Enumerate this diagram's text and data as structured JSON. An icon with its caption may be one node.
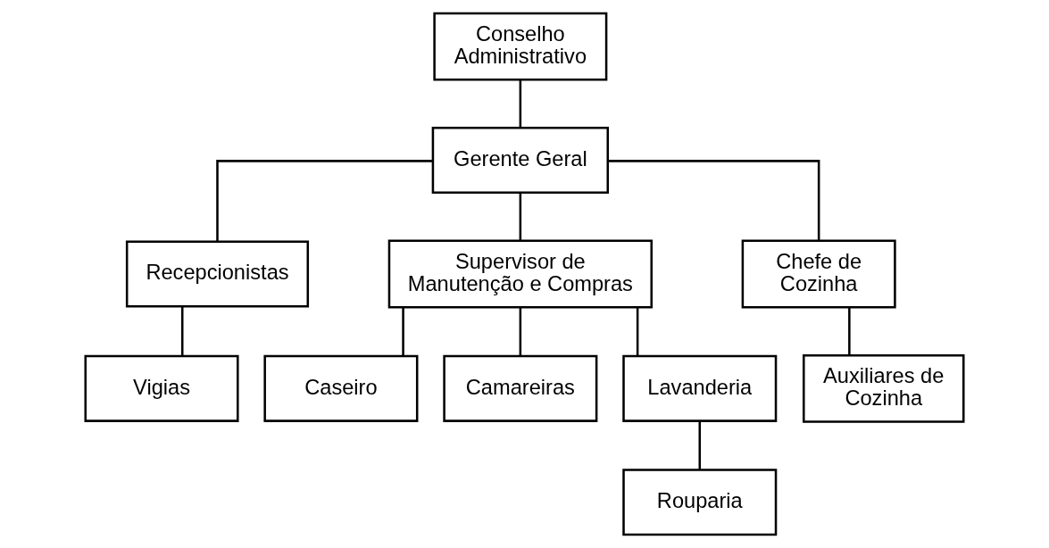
{
  "diagram": {
    "nodes": [
      {
        "text": [
          "Conselho Administrativo"
        ]
      },
      {
        "text": [
          "Gerente Geral"
        ]
      },
      {
        "text": [
          "Recepcionistas"
        ]
      },
      {
        "text": [
          "Supervisor de Manutenção e Compras"
        ]
      },
      {
        "text": [
          "Chefe de Cozinha"
        ]
      },
      {
        "text": [
          "Vigias"
        ]
      },
      {
        "text": [
          "Caseiro"
        ]
      },
      {
        "text": [
          "Camareiras"
        ]
      },
      {
        "text": [
          "Lavanderia"
        ]
      },
      {
        "text": [
          "Auxiliares de Cozinha"
        ]
      },
      {
        "text": [
          "Rouparia"
        ]
      }
    ],
    "edges": [
      {
        "from": 0,
        "to": 1,
        "arrow": "none"
      },
      {
        "from": 1,
        "to": 2,
        "arrow": "none"
      },
      {
        "from": 1,
        "to": 3,
        "arrow": "none"
      },
      {
        "from": 1,
        "to": 4,
        "arrow": "none"
      },
      {
        "from": 2,
        "to": 5,
        "arrow": "none"
      },
      {
        "from": 3,
        "to": 6,
        "arrow": "none"
      },
      {
        "from": 3,
        "to": 7,
        "arrow": "none"
      },
      {
        "from": 3,
        "to": 8,
        "arrow": "none"
      },
      {
        "from": 4,
        "to": 9,
        "arrow": "none"
      },
      {
        "from": 8,
        "to": 10,
        "arrow": "none"
      }
    ]
  }
}
